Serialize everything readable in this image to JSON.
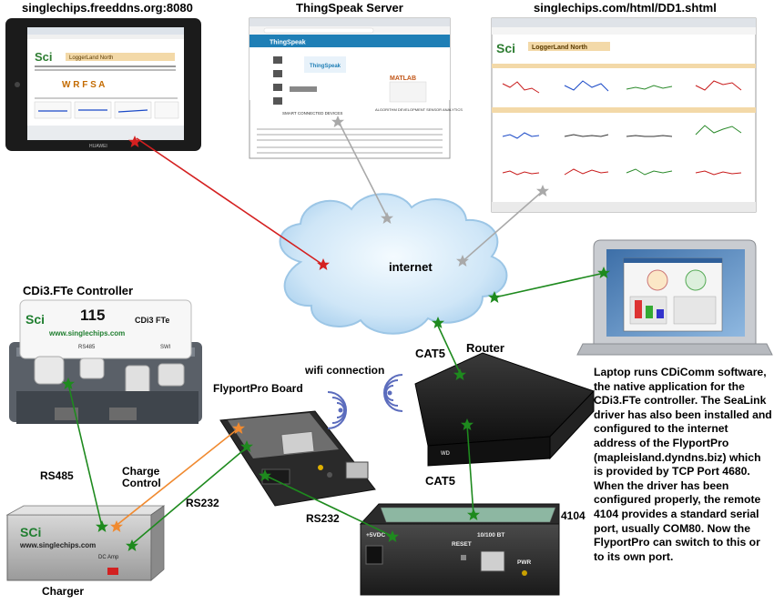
{
  "labels": {
    "tablet_url": "singlechips.freeddns.org:8080",
    "thingspeak_server": "ThingSpeak Server",
    "dashboard_url": "singlechips.com/html/DD1.shtml",
    "internet": "internet",
    "controller": "CDi3.FTe Controller",
    "router": "Router",
    "cat5_upper": "CAT5",
    "cat5_lower": "CAT5",
    "wifi": "wifi connection",
    "flyport": "FlyportPro Board",
    "rs485": "RS485",
    "charge_control": "Charge\nControl",
    "rs232_left": "RS232",
    "rs232_right": "RS232",
    "charger": "Charger",
    "device_4104": "4104"
  },
  "laptop_description": "Laptop runs CDiComm software, the native application for the CDi3.FTe controller. The SeaLink driver has also been installed and configured to the internet address of the FlyportPro (mapleisland.dyndns.biz) which is provided by TCP Port 4680. When the driver has been configured properly, the remote 4104 provides a standard serial port, usually COM80. Now the FlyportPro can switch to this or to its own port.",
  "device_text": {
    "tablet_site_title": "LoggerLand North",
    "tablet_brand": "HUAWEI",
    "tablet_wrfsa": "W R F S A",
    "thingspeak_logo": "ThingSpeak",
    "thingspeak_matlab": "MATLAB",
    "thingspeak_caption": "SMART CONNECTED DEVICES",
    "thingspeak_caption2": "ALGORITHM DEVELOPMENT SENSOR ANALYTICS",
    "dashboard_title": "LoggerLand North",
    "controller_number": "115",
    "controller_model": "CDi3 FTe",
    "controller_website": "www.singlechips.com",
    "controller_rs485": "RS485",
    "controller_swi": "SWI",
    "charger_logo": "SCi",
    "charger_website": "www.singlechips.com",
    "charger_dc_amp": "DC Amp",
    "box_5vdc": "+5VDC",
    "box_reset": "RESET",
    "box_lan": "10/100 BT",
    "box_pwr": "PWR",
    "router_logo": "WD"
  },
  "colors": {
    "green_link": "#1e8a1e",
    "red_link": "#d42020",
    "gray_link": "#a9a9a9",
    "orange_link": "#f08a30",
    "cloud_fill": "#c9e4f7",
    "thingspeak_blue": "#1f7fb6"
  }
}
